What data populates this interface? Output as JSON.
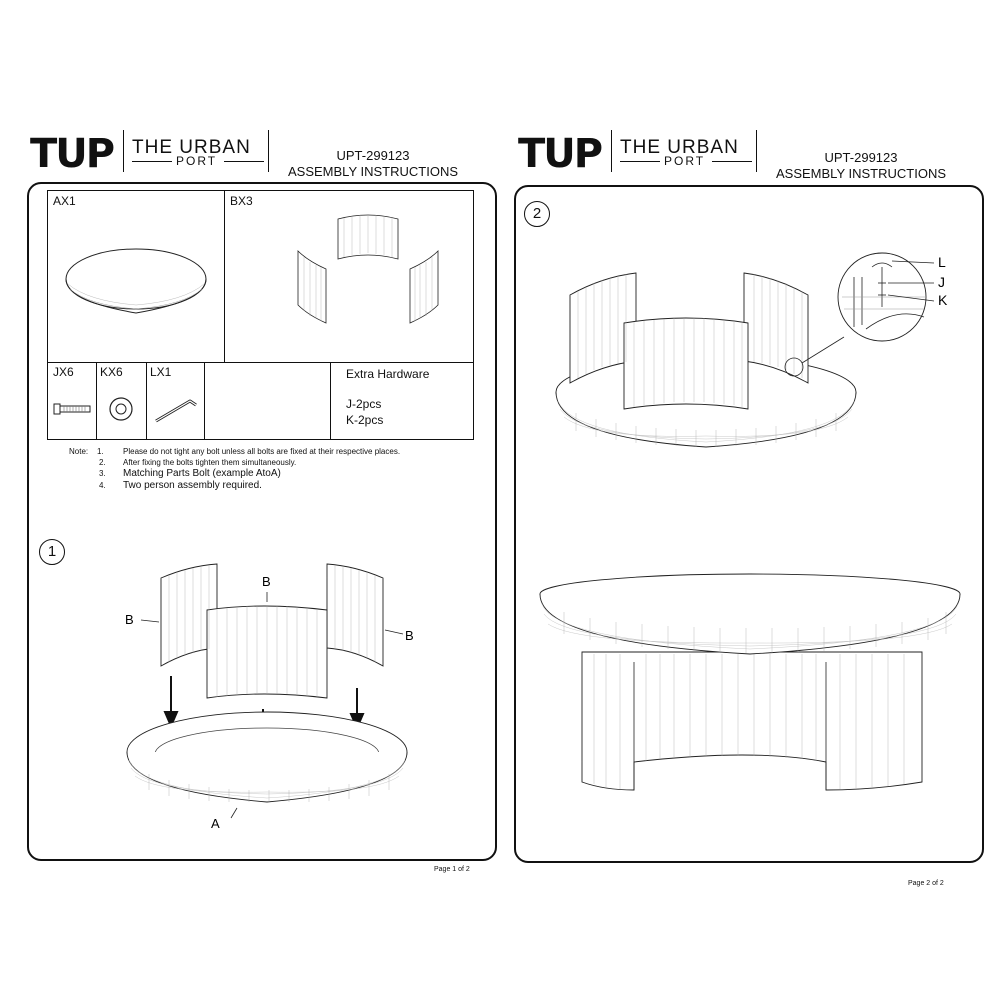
{
  "pages": [
    {
      "logo_mark": "TUP",
      "brand_name": "THE URBAN",
      "brand_sub": "PORT",
      "product_code": "UPT-299123",
      "doc_title": "ASSEMBLY INSTRUCTIONS",
      "page_label": "Page 1 of 2"
    },
    {
      "logo_mark": "TUP",
      "brand_name": "THE URBAN",
      "brand_sub": "PORT",
      "product_code": "UPT-299123",
      "doc_title": "ASSEMBLY INSTRUCTIONS",
      "page_label": "Page 2 of 2"
    }
  ],
  "parts": {
    "ax": "AX1",
    "bx": "BX3",
    "jx": "JX6",
    "kx": "KX6",
    "lx": "LX1",
    "extra_title": "Extra Hardware",
    "extra_j": "J-2pcs",
    "extra_k": "K-2pcs"
  },
  "notes": {
    "prefix": "Note:",
    "items": [
      {
        "num": "1.",
        "text": "Please do not tight any bolt unless all bolts are fixed at their respective places."
      },
      {
        "num": "2.",
        "text": "After fixing the bolts tighten them simultaneously."
      },
      {
        "num": "3.",
        "text": "Matching Parts Bolt (example AtoA)"
      },
      {
        "num": "4.",
        "text": "Two person assembly required."
      }
    ]
  },
  "step1": {
    "number": "1",
    "label_b": "B",
    "label_a": "A"
  },
  "step2": {
    "number": "2",
    "label_l": "L",
    "label_j": "J",
    "label_k": "K"
  }
}
